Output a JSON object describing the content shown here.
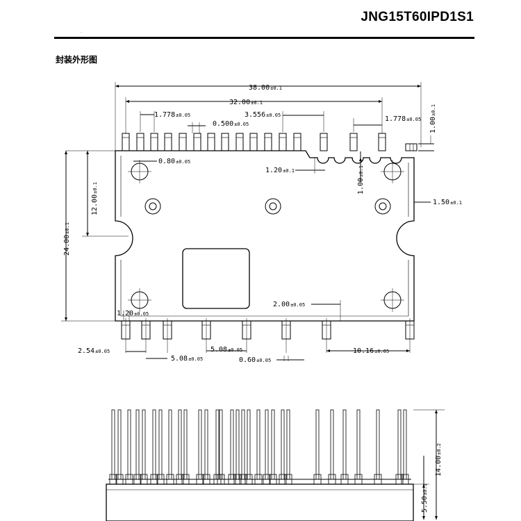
{
  "header": {
    "part_number": "JNG15T60IPD1S1",
    "mark": "-"
  },
  "section": {
    "title": "封装外形图"
  },
  "drawing": {
    "top_view": {
      "dimensions": {
        "overall_width": {
          "value": "38.00",
          "tol": "±0.1"
        },
        "pin_span": {
          "value": "32.00",
          "tol": "±0.1"
        },
        "pitch_left_top": {
          "value": "1.778",
          "tol": "±0.05"
        },
        "pitch_mid_top": {
          "value": "3.556",
          "tol": "±0.05"
        },
        "pin_width_top": {
          "value": "0.500",
          "tol": "±0.05"
        },
        "pitch_right_top": {
          "value": "1.778",
          "tol": "±0.05"
        },
        "notch_offset": {
          "value": "1.00",
          "tol": "±0.1"
        },
        "pin_bore": {
          "value": "0.80",
          "tol": "±0.05"
        },
        "shoulder": {
          "value": "1.20",
          "tol": "±0.1"
        },
        "step": {
          "value": "1.00",
          "tol": "±0.1"
        },
        "half_height": {
          "value": "12.00",
          "tol": "±0.1"
        },
        "overall_height": {
          "value": "24.00",
          "tol": "±0.1"
        },
        "edge_offset": {
          "value": "1.50",
          "tol": "±0.1"
        },
        "bottom_pin_width": {
          "value": "1.20",
          "tol": "±0.05"
        },
        "bottom_pin_gap": {
          "value": "2.00",
          "tol": "±0.05"
        },
        "bottom_pitch_a": {
          "value": "2.54",
          "tol": "±0.05"
        },
        "bottom_pitch_b": {
          "value": "5.08",
          "tol": "±0.05"
        },
        "bottom_pitch_c": {
          "value": "5.08",
          "tol": "±0.05"
        },
        "bottom_pin_thk": {
          "value": "0.60",
          "tol": "±0.05"
        },
        "bottom_pitch_d": {
          "value": "10.16",
          "tol": "±0.05"
        }
      }
    },
    "side_view": {
      "dimensions": {
        "total_height": {
          "value": "14.00",
          "tol": "±0.2"
        },
        "body_height": {
          "value": "5.50",
          "tol": "±0.1"
        }
      }
    }
  }
}
